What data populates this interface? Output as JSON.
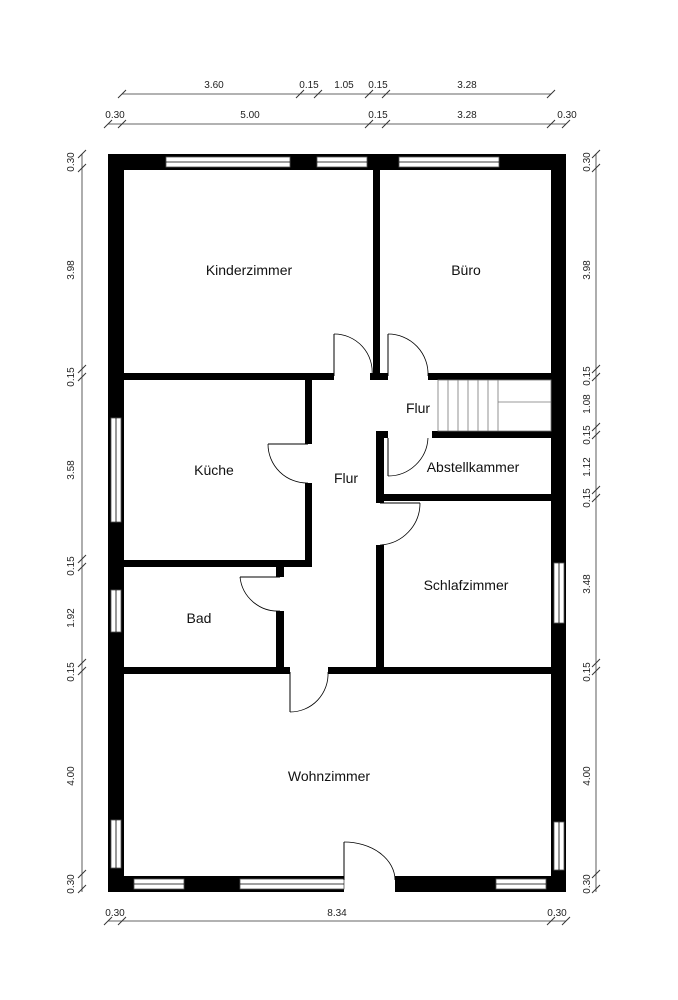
{
  "rooms": {
    "kinderzimmer": "Kinderzimmer",
    "buero": "Büro",
    "flur_upper": "Flur",
    "flur_center": "Flur",
    "kueche": "Küche",
    "abstellkammer": "Abstellkammer",
    "schlafzimmer": "Schlafzimmer",
    "bad": "Bad",
    "wohnzimmer": "Wohnzimmer"
  },
  "dimensions": {
    "top_row1": [
      "3.60",
      "0.15",
      "1.05",
      "0.15",
      "3.28"
    ],
    "top_row2": [
      "0.30",
      "5.00",
      "0.15",
      "3.28",
      "0.30"
    ],
    "left": [
      "0.30",
      "3.98",
      "0.15",
      "3.58",
      "0.15",
      "1.92",
      "0.15",
      "4.00",
      "0.30"
    ],
    "right": [
      "0.30",
      "3.98",
      "0.15",
      "1.08",
      "0.15",
      "1.12",
      "0.15",
      "3.48",
      "0.15",
      "4.00",
      "0.30"
    ],
    "bottom": [
      "0.30",
      "8.34",
      "0.30"
    ]
  }
}
